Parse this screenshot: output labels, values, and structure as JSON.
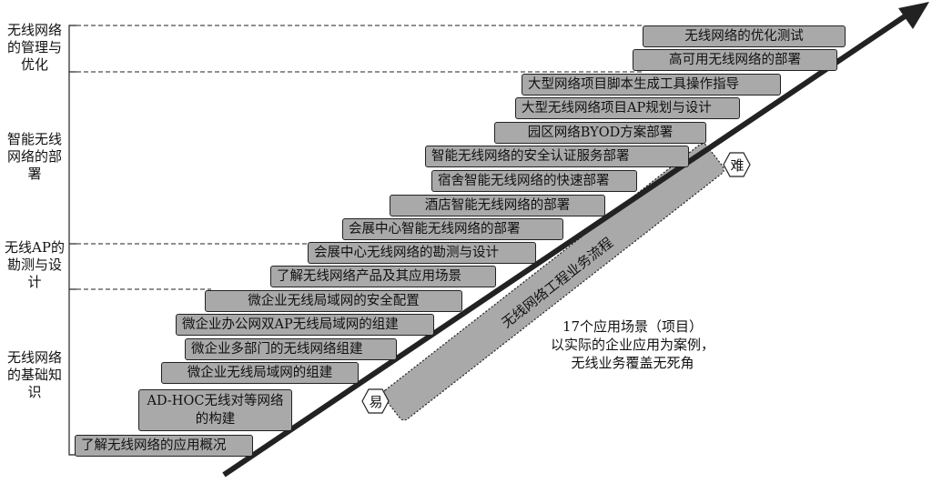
{
  "categories": [
    {
      "label": "无线网络的管理与优化"
    },
    {
      "label": "智能无线网络的部署"
    },
    {
      "label": "无线AP的勘测与设计"
    },
    {
      "label": "无线网络的基础知识"
    }
  ],
  "steps": [
    {
      "label": "无线网络的优化测试"
    },
    {
      "label": "高可用无线网络的部署"
    },
    {
      "label": "大型网络项目脚本生成工具操作指导"
    },
    {
      "label": "大型无线网络项目AP规划与设计"
    },
    {
      "label": "园区网络BYOD方案部署"
    },
    {
      "label": "智能无线网络的安全认证服务部署"
    },
    {
      "label": "宿舍智能无线网络的快速部署"
    },
    {
      "label": "酒店智能无线网络的部署"
    },
    {
      "label": "会展中心智能无线网络的部署"
    },
    {
      "label": "会展中心无线网络的勘测与设计"
    },
    {
      "label": "了解无线网络产品及其应用场景"
    },
    {
      "label": "微企业无线局域网的安全配置"
    },
    {
      "label": "微企业办公网双AP无线局域网的组建"
    },
    {
      "label": "微企业多部门的无线网络组建"
    },
    {
      "label": "微企业无线局域网的组建"
    },
    {
      "label": "AD-HOC无线对等网络的构建"
    },
    {
      "label": "了解无线网络的应用概况"
    }
  ],
  "flow_label": "无线网络工程业务流程",
  "difficulty": {
    "hard": "难",
    "easy": "易"
  },
  "note": {
    "line1": "17个应用场景（项目）",
    "line2": "以实际的企业应用为案例，",
    "line3": "无线业务覆盖无死角"
  }
}
